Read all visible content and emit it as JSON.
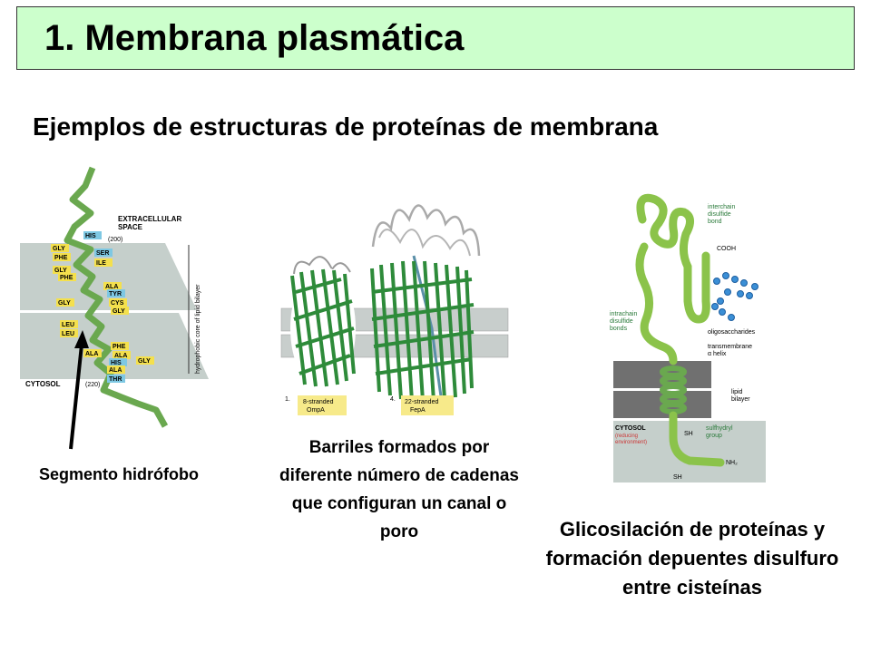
{
  "title": "1. Membrana plasmática",
  "subtitle": "Ejemplos de estructuras de proteínas de membrana",
  "panel_left": {
    "extracellular": [
      "EXTRACELLULAR",
      "SPACE"
    ],
    "cytosol": "CYTOSOL",
    "side_label": "hydrophobic core of lipid bilayer",
    "his_num_top": "(200)",
    "his_num_bottom": "(220)",
    "residues": [
      {
        "name": "HIS",
        "color": "#7ec8e3"
      },
      {
        "name": "GLY",
        "color": "#f4e04d"
      },
      {
        "name": "SER",
        "color": "#7ec8e3"
      },
      {
        "name": "PHE",
        "color": "#f4e04d"
      },
      {
        "name": "ILE",
        "color": "#f4e04d"
      },
      {
        "name": "GLY",
        "color": "#f4e04d"
      },
      {
        "name": "PHE",
        "color": "#f4e04d"
      },
      {
        "name": "ALA",
        "color": "#f4e04d"
      },
      {
        "name": "TYR",
        "color": "#7ec8e3"
      },
      {
        "name": "GLY",
        "color": "#f4e04d"
      },
      {
        "name": "CYS",
        "color": "#f4e04d"
      },
      {
        "name": "GLY",
        "color": "#f4e04d"
      },
      {
        "name": "LEU",
        "color": "#f4e04d"
      },
      {
        "name": "LEU",
        "color": "#f4e04d"
      },
      {
        "name": "PHE",
        "color": "#f4e04d"
      },
      {
        "name": "ALA",
        "color": "#f4e04d"
      },
      {
        "name": "ALA",
        "color": "#f4e04d"
      },
      {
        "name": "HIS",
        "color": "#7ec8e3"
      },
      {
        "name": "GLY",
        "color": "#f4e04d"
      },
      {
        "name": "ALA",
        "color": "#f4e04d"
      },
      {
        "name": "THR",
        "color": "#7ec8e3"
      }
    ]
  },
  "panel_mid": {
    "label1_num": "1.",
    "label1": [
      "8-stranded",
      "OmpA"
    ],
    "label2_num": "4.",
    "label2": [
      "22-stranded",
      "FepA"
    ]
  },
  "panel_right": {
    "interchain": [
      "interchain",
      "disulfide",
      "bond"
    ],
    "cooh": "COOH",
    "intrachain": [
      "intrachain",
      "disulfide",
      "bonds"
    ],
    "oligosaccharides": "oligosaccharides",
    "transmembrane": [
      "transmembrane",
      "α helix"
    ],
    "lipid_bilayer": [
      "lipid",
      "bilayer"
    ],
    "cytosol": "CYTOSOL",
    "reducing": [
      "(reducing",
      "environment)"
    ],
    "sulfhydryl": [
      "sulfhydryl",
      "group"
    ],
    "sh1": "SH",
    "sh2": "SH",
    "nh2": "NH₂"
  },
  "captions": {
    "left": "Segmento hidrófobo",
    "middle": "Barriles formados por diferente número de cadenas que configuran un canal o poro",
    "right": "Glicosilación de proteínas y formación depuentes disulfuro entre cisteínas"
  },
  "colors": {
    "title_bg": "#ccffcc",
    "membrane": "#c5cfcb",
    "helix_green": "#8bc34a",
    "barrel_green": "#2e8b3a",
    "sugar_blue": "#3b8fd6"
  }
}
